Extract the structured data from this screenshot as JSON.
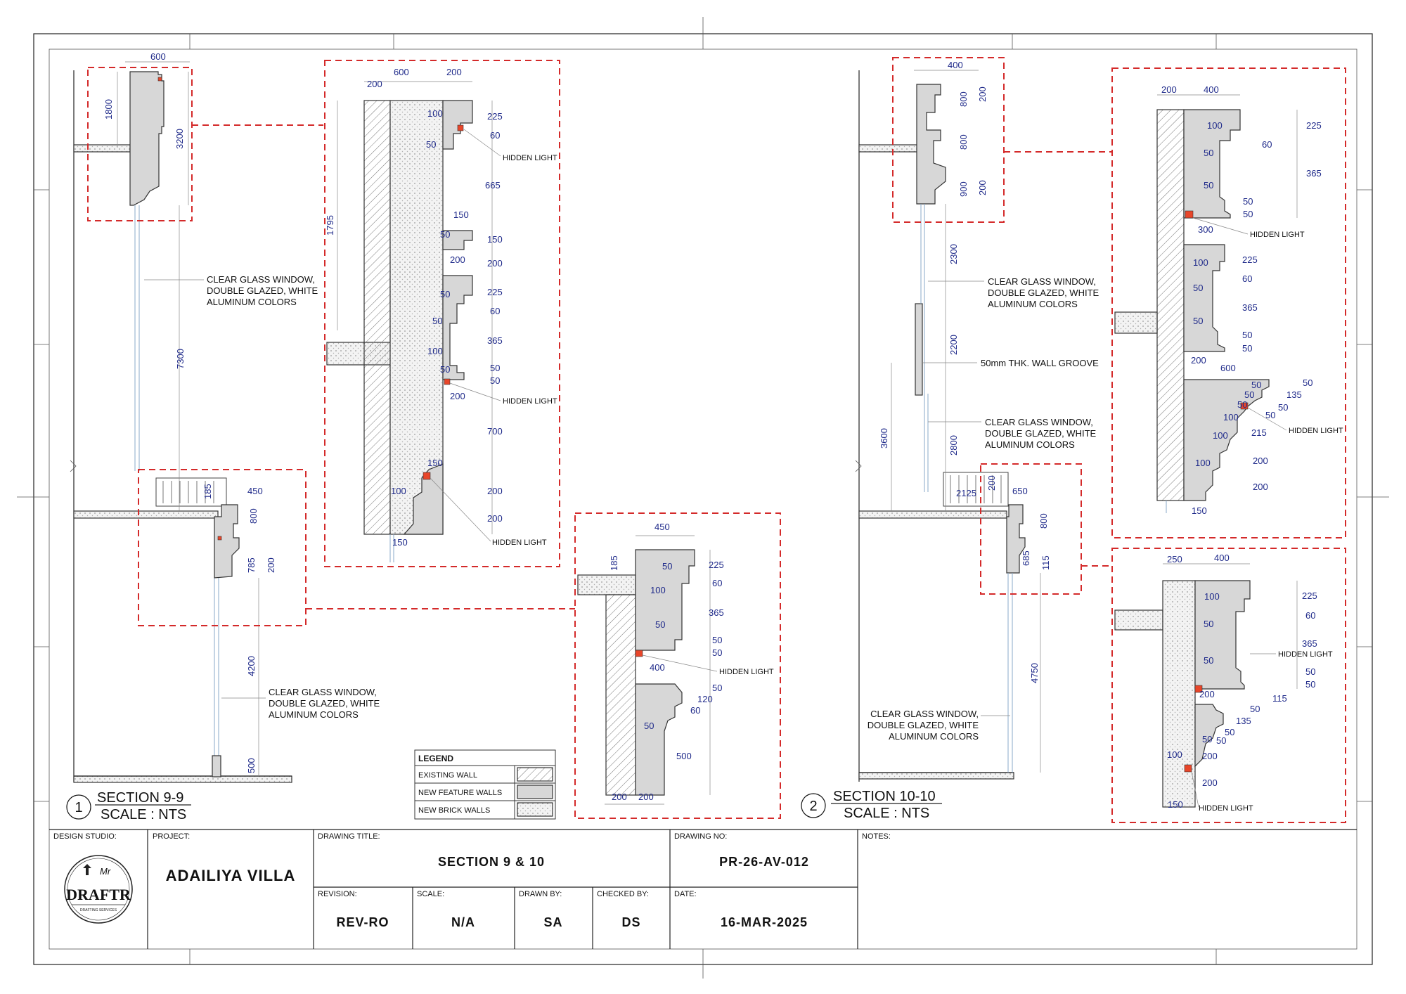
{
  "sections": [
    {
      "number": "1",
      "title": "SECTION 9-9",
      "scale": "SCALE : NTS"
    },
    {
      "number": "2",
      "title": "SECTION 10-10",
      "scale": "SCALE : NTS"
    }
  ],
  "notes_text": {
    "glass_1": "CLEAR GLASS WINDOW,",
    "glass_2": "DOUBLE GLAZED, WHITE",
    "glass_3": "ALUMINUM COLORS",
    "hidden_light": "HIDDEN LIGHT",
    "wall_groove": "50mm THK. WALL GROOVE"
  },
  "dims_s9_top": {
    "w": "600",
    "h1": "1800",
    "h2": "3200"
  },
  "dims_s9_main": {
    "d7300": "7300",
    "d4200": "4200",
    "d500": "500",
    "d185": "185",
    "d450": "450",
    "d800": "800",
    "d785": "785",
    "d200": "200"
  },
  "detail_a": {
    "top": [
      "600",
      "200",
      "200"
    ],
    "left": "1795",
    "inner": [
      "100",
      "50",
      "150",
      "50",
      "200",
      "50",
      "50",
      "100",
      "50",
      "200",
      "150",
      "100",
      "150"
    ],
    "right": [
      "225",
      "60",
      "665",
      "150",
      "200",
      "225",
      "60",
      "365",
      "50",
      "50",
      "700",
      "200",
      "200"
    ]
  },
  "detail_b": {
    "top": "450",
    "left": "185",
    "inner": [
      "50",
      "100",
      "50",
      "400",
      "50"
    ],
    "right": [
      "225",
      "60",
      "365",
      "50",
      "50",
      "50",
      "120",
      "60",
      "500"
    ],
    "bottom": [
      "200",
      "200"
    ]
  },
  "dims_s10_top": {
    "w": "400",
    "a": "800",
    "b": "800",
    "c": "900",
    "r1": "200",
    "r2": "200"
  },
  "dims_s10_main": {
    "d2300": "2300",
    "d2200": "2200",
    "d3600": "3600",
    "d2800": "2800",
    "d4750": "4750",
    "d2125": "2125",
    "d200": "200",
    "d650": "650",
    "d800": "800",
    "d685": "685",
    "d115": "115"
  },
  "detail_c": {
    "top": [
      "200",
      "400"
    ],
    "inner": [
      "100",
      "50",
      "50",
      "300",
      "100",
      "50",
      "50",
      "200",
      "600",
      "50",
      "50",
      "50",
      "100",
      "100",
      "100",
      "150"
    ],
    "right": [
      "225",
      "60",
      "365",
      "50",
      "50",
      "225",
      "60",
      "365",
      "50",
      "50",
      "50",
      "135",
      "50",
      "50",
      "215",
      "200",
      "200"
    ]
  },
  "detail_d": {
    "top": [
      "250",
      "400"
    ],
    "inner": [
      "100",
      "50",
      "50",
      "200",
      "50",
      "100",
      "150"
    ],
    "right": [
      "225",
      "60",
      "365",
      "50",
      "50",
      "115",
      "50",
      "135",
      "50",
      "50",
      "200",
      "200"
    ]
  },
  "legend": {
    "title": "LEGEND",
    "items": [
      "EXISTING WALL",
      "NEW FEATURE WALLS",
      "NEW BRICK WALLS"
    ]
  },
  "title_block": {
    "design_studio_label": "DESIGN STUDIO:",
    "project_label": "PROJECT:",
    "project": "ADAILIYA VILLA",
    "drawing_title_label": "DRAWING TITLE:",
    "drawing_title": "SECTION 9 & 10",
    "drawing_no_label": "DRAWING NO:",
    "drawing_no": "PR-26-AV-012",
    "notes_label": "NOTES:",
    "revision_label": "REVISION:",
    "revision": "REV-RO",
    "scale_label": "SCALE:",
    "scale": "N/A",
    "drawn_by_label": "DRAWN BY:",
    "drawn_by": "SA",
    "checked_by_label": "CHECKED BY:",
    "checked_by": "DS",
    "date_label": "DATE:",
    "date": "16-MAR-2025",
    "logo_mr": "Mr",
    "logo_name": "DRAFTR",
    "logo_sub": "DRAFTING SERVICES"
  },
  "colors": {
    "callout": "#d42a2a",
    "dimension": "#1f2a8a",
    "hidden_light": "#e8462a",
    "feature_wall": "#d7d7d7"
  }
}
